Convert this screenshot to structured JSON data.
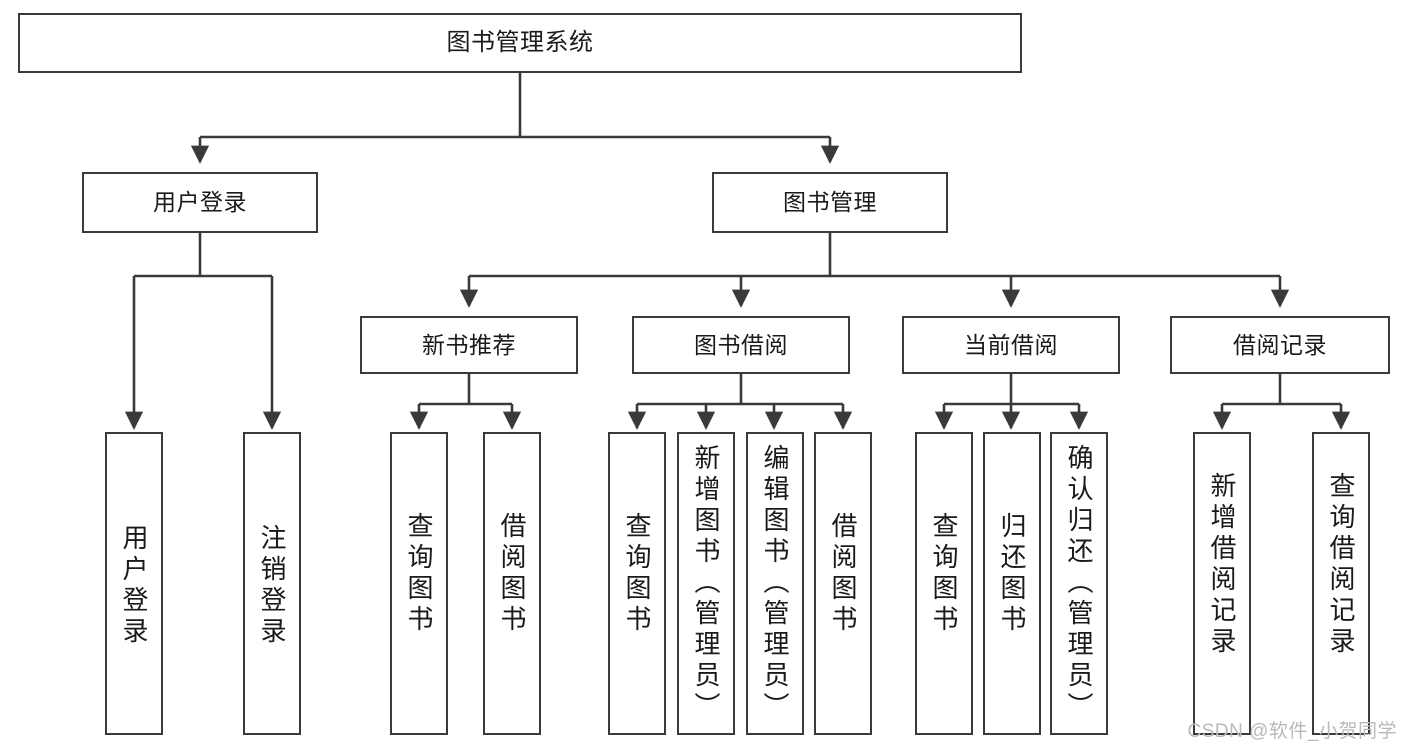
{
  "diagram": {
    "title": "图书管理系统",
    "type": "tree",
    "watermark": "CSDN @软件_小贺同学",
    "colors": {
      "stroke": "#3a3a3a",
      "fill": "#ffffff",
      "text": "#1a1a1a",
      "watermark": "#b9b9b9"
    },
    "nodes": {
      "root": {
        "label": "图书管理系统"
      },
      "level1": [
        {
          "id": "user-login",
          "label": "用户登录"
        },
        {
          "id": "book-manage",
          "label": "图书管理"
        }
      ],
      "level2": [
        {
          "id": "new-book-rec",
          "label": "新书推荐"
        },
        {
          "id": "book-borrow",
          "label": "图书借阅"
        },
        {
          "id": "current-borrow",
          "label": "当前借阅"
        },
        {
          "id": "borrow-record",
          "label": "借阅记录"
        }
      ],
      "leaves": {
        "user-login": [
          {
            "id": "leaf-user-login",
            "label": "用户登录"
          },
          {
            "id": "leaf-logout",
            "label": "注销登录"
          }
        ],
        "new-book-rec": [
          {
            "id": "leaf-query-book-1",
            "label": "查询图书"
          },
          {
            "id": "leaf-borrow-book-1",
            "label": "借阅图书"
          }
        ],
        "book-borrow": [
          {
            "id": "leaf-query-book-2",
            "label": "查询图书"
          },
          {
            "id": "leaf-add-book",
            "label": "新增图书（管理员）"
          },
          {
            "id": "leaf-edit-book",
            "label": "编辑图书（管理员）"
          },
          {
            "id": "leaf-borrow-book-2",
            "label": "借阅图书"
          }
        ],
        "current-borrow": [
          {
            "id": "leaf-query-book-3",
            "label": "查询图书"
          },
          {
            "id": "leaf-return-book",
            "label": "归还图书"
          },
          {
            "id": "leaf-confirm-return",
            "label": "确认归还（管理员）"
          }
        ],
        "borrow-record": [
          {
            "id": "leaf-add-record",
            "label": "新增借阅记录"
          },
          {
            "id": "leaf-query-record",
            "label": "查询借阅记录"
          }
        ]
      }
    }
  }
}
